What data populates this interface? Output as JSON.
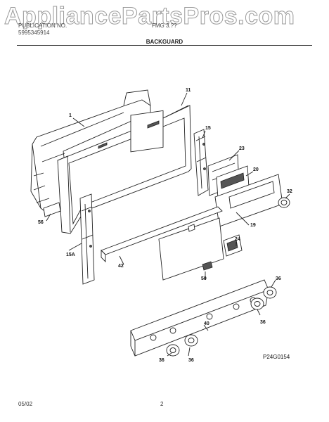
{
  "header": {
    "watermark": "AppliancePartsPros.com",
    "model_line": "PUBLICATION NO.",
    "model_id": "FMG 3.??",
    "part_no": "5995345914",
    "section_title": "BACKGUARD"
  },
  "callouts": [
    "1",
    "11",
    "15",
    "23",
    "20",
    "32",
    "56",
    "19",
    "24",
    "15A",
    "42",
    "50",
    "36",
    "36",
    "40",
    "36",
    "36",
    "36"
  ],
  "diagram_code": "P24G0154",
  "footer": {
    "date": "05/02",
    "page_number": "2"
  }
}
